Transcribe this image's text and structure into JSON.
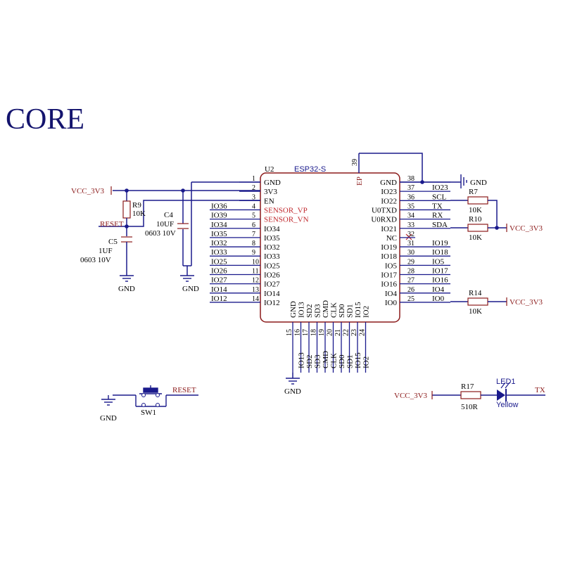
{
  "title": "CORE",
  "module": {
    "ref": "U2",
    "name": "ESP32-S",
    "left_pins": [
      {
        "num": "1",
        "name": "GND",
        "net": ""
      },
      {
        "num": "2",
        "name": "3V3",
        "net": ""
      },
      {
        "num": "3",
        "name": "EN",
        "net": ""
      },
      {
        "num": "4",
        "name": "SENSOR_VP",
        "net": "IO36"
      },
      {
        "num": "5",
        "name": "SENSOR_VN",
        "net": "IO39"
      },
      {
        "num": "6",
        "name": "IO34",
        "net": "IO34"
      },
      {
        "num": "7",
        "name": "IO35",
        "net": "IO35"
      },
      {
        "num": "8",
        "name": "IO32",
        "net": "IO32"
      },
      {
        "num": "9",
        "name": "IO33",
        "net": "IO33"
      },
      {
        "num": "10",
        "name": "IO25",
        "net": "IO25"
      },
      {
        "num": "11",
        "name": "IO26",
        "net": "IO26"
      },
      {
        "num": "12",
        "name": "IO27",
        "net": "IO27"
      },
      {
        "num": "13",
        "name": "IO14",
        "net": "IO14"
      },
      {
        "num": "14",
        "name": "IO12",
        "net": "IO12"
      }
    ],
    "right_pins": [
      {
        "num": "38",
        "name": "GND",
        "net": ""
      },
      {
        "num": "37",
        "name": "IO23",
        "net": "IO23"
      },
      {
        "num": "36",
        "name": "IO22",
        "net": "SCL"
      },
      {
        "num": "35",
        "name": "U0TXD",
        "net": "TX"
      },
      {
        "num": "34",
        "name": "U0RXD",
        "net": "RX"
      },
      {
        "num": "33",
        "name": "IO21",
        "net": "SDA"
      },
      {
        "num": "32",
        "name": "NC",
        "net": ""
      },
      {
        "num": "31",
        "name": "IO19",
        "net": "IO19"
      },
      {
        "num": "30",
        "name": "IO18",
        "net": "IO18"
      },
      {
        "num": "29",
        "name": "IO5",
        "net": "IO5"
      },
      {
        "num": "28",
        "name": "IO17",
        "net": "IO17"
      },
      {
        "num": "27",
        "name": "IO16",
        "net": "IO16"
      },
      {
        "num": "26",
        "name": "IO4",
        "net": "IO4"
      },
      {
        "num": "25",
        "name": "IO0",
        "net": "IO0"
      }
    ],
    "bottom_pins": [
      {
        "num": "15",
        "name": "GND",
        "net": ""
      },
      {
        "num": "16",
        "name": "IO13",
        "net": "IO13"
      },
      {
        "num": "17",
        "name": "SD2",
        "net": "SD2"
      },
      {
        "num": "18",
        "name": "SD3",
        "net": "SD3"
      },
      {
        "num": "19",
        "name": "CMD",
        "net": "CMD"
      },
      {
        "num": "20",
        "name": "CLK",
        "net": "CLK"
      },
      {
        "num": "21",
        "name": "SD0",
        "net": "SD0"
      },
      {
        "num": "22",
        "name": "SD1",
        "net": "SD1"
      },
      {
        "num": "23",
        "name": "IO15",
        "net": "IO15"
      },
      {
        "num": "24",
        "name": "IO2",
        "net": "IO2"
      }
    ],
    "top_pin": {
      "num": "39",
      "name": "EP"
    }
  },
  "nets": {
    "vcc": "VCC_3V3",
    "gnd": "GND",
    "reset": "RESET",
    "tx": "TX"
  },
  "components": {
    "r9": {
      "ref": "R9",
      "value": "10K"
    },
    "c4": {
      "ref": "C4",
      "value": "10UF",
      "package": "0603 10V"
    },
    "c5": {
      "ref": "C5",
      "value": "1UF",
      "package": "0603 10V"
    },
    "r7": {
      "ref": "R7",
      "value": "10K"
    },
    "r10": {
      "ref": "R10",
      "value": "10K"
    },
    "r14": {
      "ref": "R14",
      "value": "10K"
    },
    "r17": {
      "ref": "R17",
      "value": "510R"
    },
    "led1": {
      "ref": "LED1",
      "value": "Yellow"
    },
    "sw1": {
      "ref": "SW1"
    }
  },
  "colors": {
    "wire": "#1a1a8c",
    "component": "#8b1a1a",
    "title": "#14146e",
    "pin_label_red": "#c0282d"
  }
}
